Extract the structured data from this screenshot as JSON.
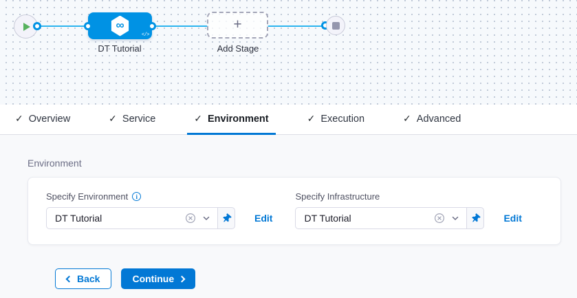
{
  "icons": {
    "check_glyph": "✓",
    "plus_glyph": "+",
    "infinity_glyph": "∞",
    "code_glyph": "</>",
    "info_glyph": "i"
  },
  "pipeline": {
    "stage_name": "DT Tutorial",
    "add_stage_label": "Add Stage"
  },
  "tabs": [
    {
      "label": "Overview",
      "checked": true,
      "active": false
    },
    {
      "label": "Service",
      "checked": true,
      "active": false
    },
    {
      "label": "Environment",
      "checked": true,
      "active": true
    },
    {
      "label": "Execution",
      "checked": true,
      "active": false
    },
    {
      "label": "Advanced",
      "checked": true,
      "active": false
    }
  ],
  "environment_section": {
    "title": "Environment",
    "environment_field": {
      "label": "Specify Environment",
      "value": "DT Tutorial",
      "edit_label": "Edit"
    },
    "infrastructure_field": {
      "label": "Specify Infrastructure",
      "value": "DT Tutorial",
      "edit_label": "Edit"
    }
  },
  "footer": {
    "back_label": "Back",
    "continue_label": "Continue"
  },
  "colors": {
    "primary_blue": "#0278d5",
    "stage_blue": "#0092e4",
    "connector_blue": "#2cb4ee",
    "canvas_bg": "#f6f9fc",
    "success_green": "#57b25e"
  }
}
